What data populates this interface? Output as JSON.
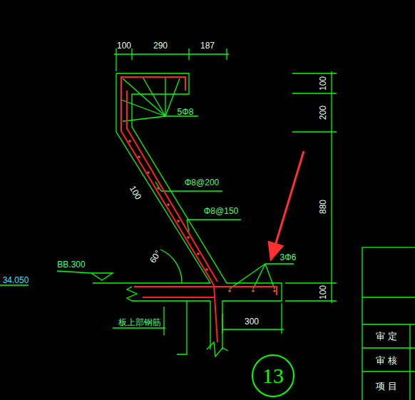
{
  "diagram": {
    "nodes": [
      {
        "text": [
          "13"
        ]
      }
    ],
    "labels": [
      "100",
      "290",
      "187",
      "100",
      "200",
      "880",
      "100",
      "5Φ8",
      "Φ8@200",
      "Φ8@150",
      "100",
      "60°",
      "3Φ6",
      "BB.300",
      "34.050",
      "板上部钢筋",
      "300",
      "审 定",
      "审 核",
      "项 目"
    ]
  }
}
